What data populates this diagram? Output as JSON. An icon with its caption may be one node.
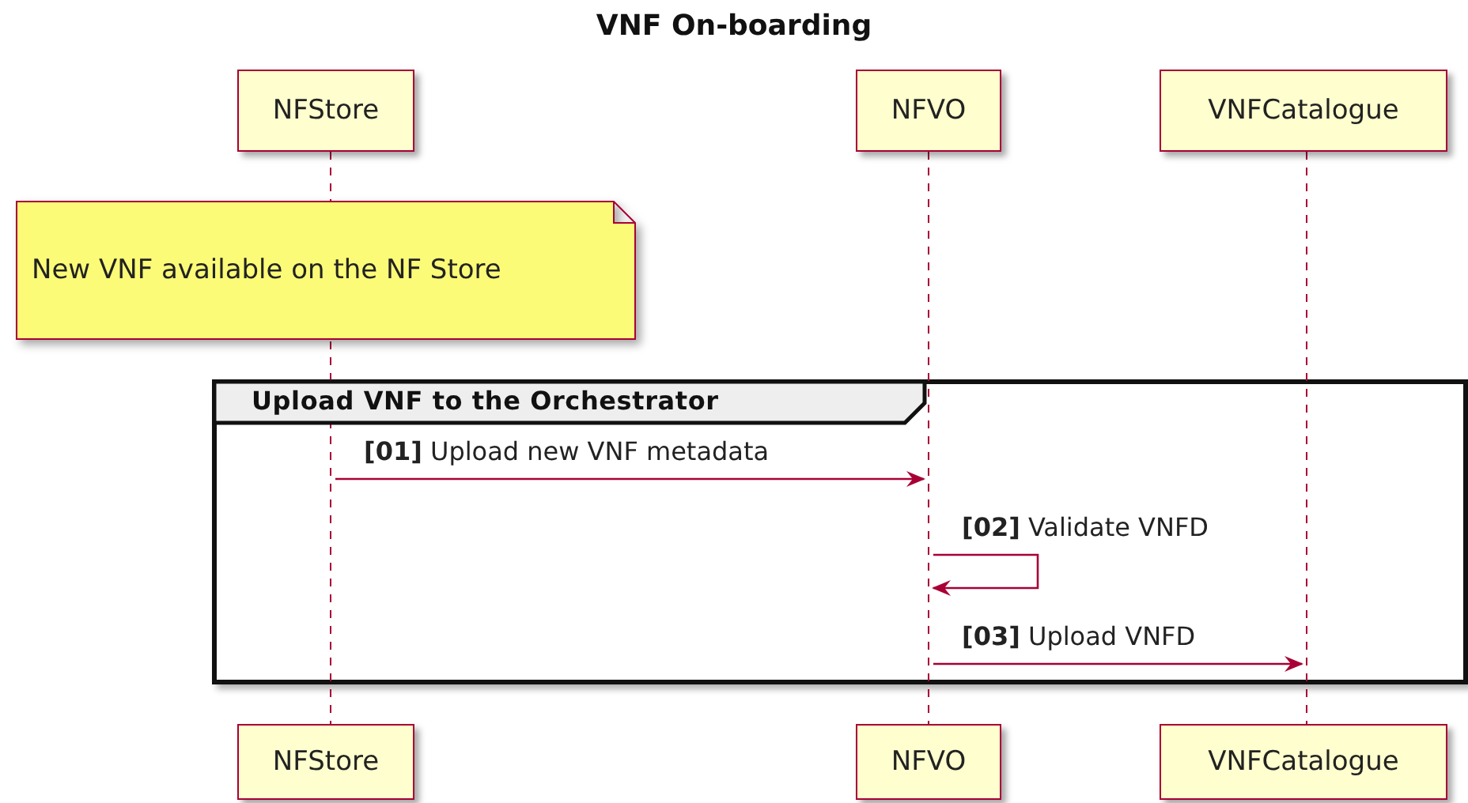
{
  "diagram": {
    "title": "VNF On-boarding",
    "nodes": [
      {
        "text": [
          "NFStore"
        ]
      },
      {
        "text": [
          "NFVO"
        ]
      },
      {
        "text": [
          "VNFCatalogue"
        ]
      },
      {
        "text": [
          "New VNF available on the NF Store"
        ]
      },
      {
        "text": [
          "Upload VNF to the Orchestrator"
        ]
      },
      {
        "text": [
          "NFStore"
        ]
      },
      {
        "text": [
          "NFVO"
        ]
      },
      {
        "text": [
          "VNFCatalogue"
        ]
      },
      {
        "text": [],
        "shape": "line"
      },
      {
        "text": [],
        "shape": "line"
      },
      {
        "text": [],
        "shape": "line"
      }
    ],
    "edges": [
      {
        "from": 8,
        "to": 9,
        "arrow": "to",
        "label": "**[01]** Upload new VNF metadata"
      },
      {
        "from": 9,
        "to": 9,
        "arrow": "to",
        "label": "**[02]** Validate VNFD"
      },
      {
        "from": 9,
        "to": 10,
        "arrow": "to",
        "label": "**[03]** Upload VNFD"
      }
    ]
  }
}
